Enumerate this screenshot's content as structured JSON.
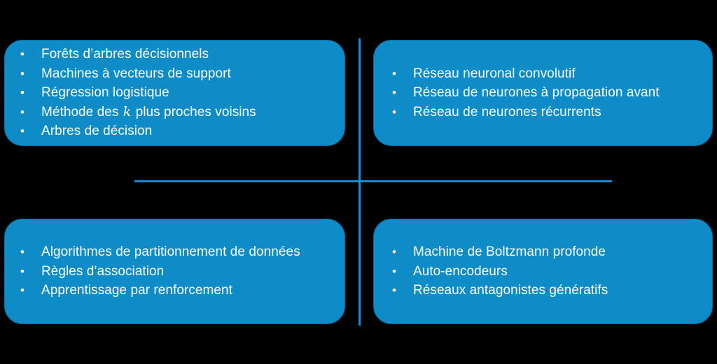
{
  "slide": {
    "background_color": "#000000",
    "box_fill_color": "#0E8CC8",
    "box_border_color": "#0A6B9B",
    "divider_color": "#1B8BCE",
    "text_color": "#FFFFFF",
    "bullet_glyph": "•"
  },
  "quadrants": {
    "top_left": {
      "name": "apprentissage-supervise-classique",
      "items": [
        {
          "text": "Forêts d’arbres décisionnels"
        },
        {
          "text": "Machines à vecteurs de support"
        },
        {
          "text": "Régression logistique"
        },
        {
          "text_before": "Méthode des ",
          "math": "k",
          "text_after": " plus proches voisins"
        },
        {
          "text": "Arbres de décision"
        }
      ]
    },
    "top_right": {
      "name": "reseaux-de-neurones-supervises",
      "items": [
        {
          "text": "Réseau neuronal convolutif"
        },
        {
          "text": "Réseau de neurones à propagation avant"
        },
        {
          "text": "Réseau de neurones récurrents"
        }
      ]
    },
    "bottom_left": {
      "name": "apprentissage-non-supervise-classique",
      "items": [
        {
          "text": "Algorithmes de partitionnement de données"
        },
        {
          "text": "Règles d’association"
        },
        {
          "text": "Apprentissage par renforcement"
        }
      ]
    },
    "bottom_right": {
      "name": "reseaux-de-neurones-non-supervises",
      "items": [
        {
          "text": "Machine de Boltzmann profonde"
        },
        {
          "text": "Auto-encodeurs"
        },
        {
          "text": "Réseaux antagonistes génératifs"
        }
      ]
    }
  }
}
